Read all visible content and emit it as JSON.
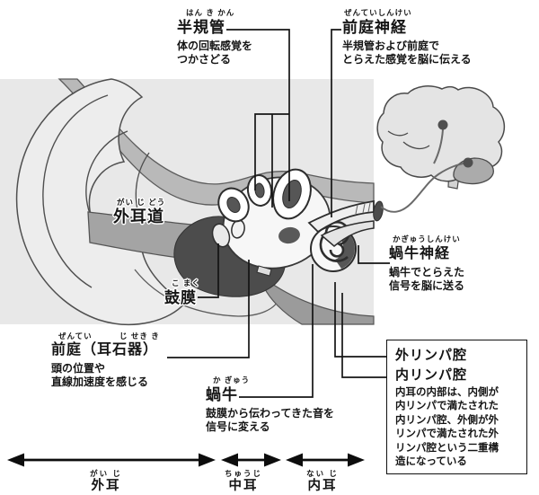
{
  "colors": {
    "panel_bg": "#e8e8e8",
    "ink": "#151515",
    "dark_structure": "#4c4c4c",
    "mid_gray": "#a4a4a4",
    "light_gray": "#ededed",
    "bone_band": "#b9b9b9"
  },
  "labels": {
    "hankikan": {
      "furigana": "はん き かん",
      "title": "半規管",
      "desc": [
        "体の回転感覚を",
        "つかさどる"
      ]
    },
    "zenteishinkei": {
      "furigana": "ぜんていしんけい",
      "title": "前庭神経",
      "desc": [
        "半規管および前庭で",
        "とらえた感覚を脳に伝える"
      ]
    },
    "gaijido": {
      "furigana": "がい じ どう",
      "title": "外耳道"
    },
    "komaku": {
      "furigana": "こ まく",
      "title": "鼓膜"
    },
    "zentei": {
      "furigana1": "ぜんてい",
      "furigana2": "じ せき き",
      "title": "前庭（耳石器）",
      "desc": [
        "頭の位置や",
        "直線加速度を感じる"
      ]
    },
    "kagyu": {
      "furigana": "か ぎゅう",
      "title": "蝸牛",
      "desc": [
        "鼓膜から伝わってきた音を",
        "信号に変える"
      ]
    },
    "kagyushinkei": {
      "furigana": "かぎゅうしんけい",
      "title": "蝸牛神経",
      "desc": [
        "蝸牛でとらえた",
        "信号を脳に送る"
      ]
    },
    "lymph_box": {
      "line1": "外リンパ腔",
      "line2": "内リンパ腔",
      "desc": [
        "内耳の内部は、内側が",
        "内リンパで満たされた",
        "内リンパ腔、外側が外",
        "リンパで満たされた外",
        "リンパ腔という二重構",
        "造になっている"
      ]
    }
  },
  "scale": {
    "outer": {
      "furigana": "がい じ",
      "label": "外耳"
    },
    "middle": {
      "furigana": "ちゅうじ",
      "label": "中耳"
    },
    "inner": {
      "furigana": "ない じ",
      "label": "内耳"
    }
  }
}
